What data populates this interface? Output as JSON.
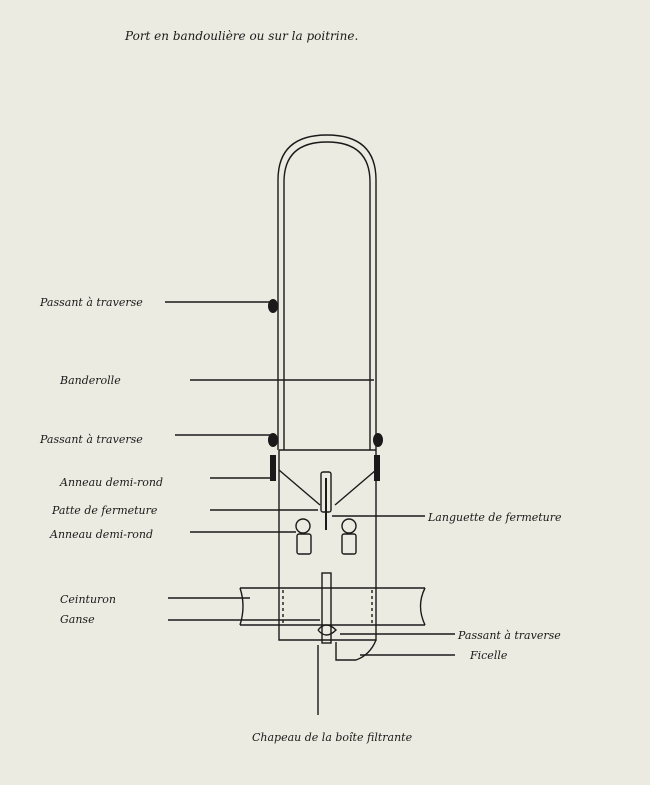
{
  "title": "Port en bandoulière ou sur la poitrine.",
  "caption": "Chapeau de la boîte filtrante",
  "labels": {
    "passant_top": "Passant à traverse",
    "banderolle": "Banderolle",
    "passant_mid": "Passant à traverse",
    "anneau_1": "Anneau demi-rond",
    "patte": "Patte de fermeture",
    "anneau_2": "Anneau demi-rond",
    "languette": "Languette de fermeture",
    "ceinturon": "Ceinturon",
    "ganse": "Ganse",
    "passant_bottom": "Passant à traverse",
    "ficelle": "Ficelle"
  },
  "colors": {
    "paper": "#ecebe1",
    "ink": "#1a1a1a"
  }
}
